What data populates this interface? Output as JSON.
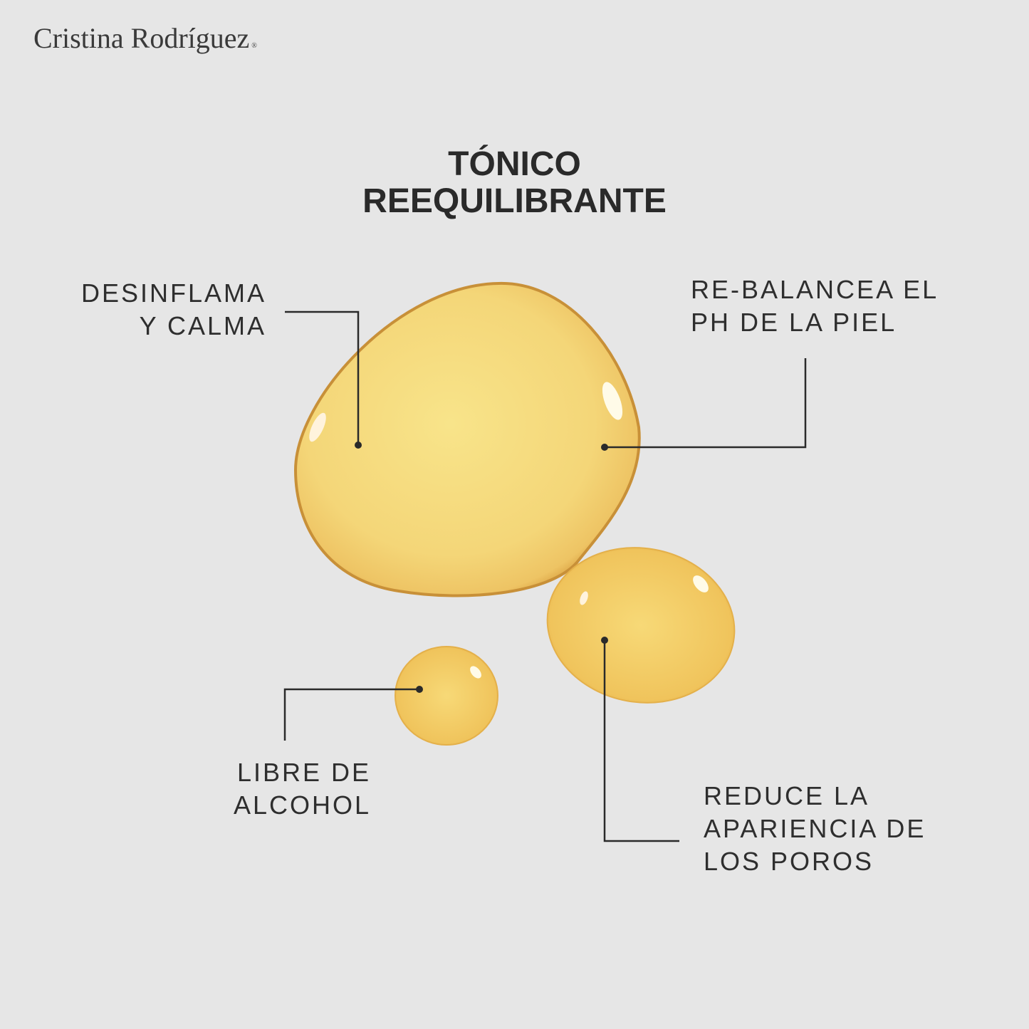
{
  "brand": {
    "name": "Cristina Rodríguez",
    "registered_mark": "®"
  },
  "title": {
    "line1": "TÓNICO",
    "line2": "REEQUILIBRANTE"
  },
  "callouts": [
    {
      "lines": [
        "DESINFLAMA",
        "Y CALMA"
      ]
    },
    {
      "lines": [
        "RE-BALANCEA EL",
        "PH DE LA PIEL"
      ]
    },
    {
      "lines": [
        "LIBRE DE",
        "ALCOHOL"
      ]
    },
    {
      "lines": [
        "REDUCE LA",
        "APARIENCIA DE",
        "LOS POROS"
      ]
    }
  ],
  "colors": {
    "background": "#e6e6e6",
    "drop_light": "#f7e38a",
    "drop_mid": "#f0c860",
    "drop_edge": "#c58a2a",
    "line": "#2a2a2a"
  }
}
